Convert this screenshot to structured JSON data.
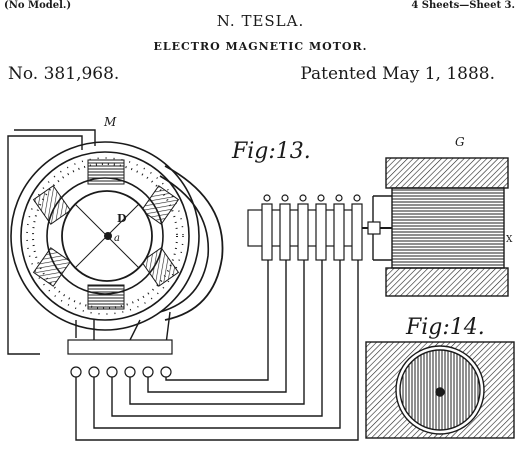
{
  "header": {
    "no_model": "(No Model.)",
    "sheets": "4 Sheets—Sheet 3.",
    "inventor": "N. TESLA.",
    "title": "ELECTRO MAGNETIC MOTOR.",
    "patent_number": "No. 381,968.",
    "patent_date": "Patented May 1, 1888."
  },
  "figures": {
    "fig13_label": "Fig:13.",
    "fig14_label": "Fig:14.",
    "motor_label": "M",
    "generator_label": "G",
    "rotor_label": "D",
    "shaft_label": "a",
    "armature_label": "X"
  }
}
